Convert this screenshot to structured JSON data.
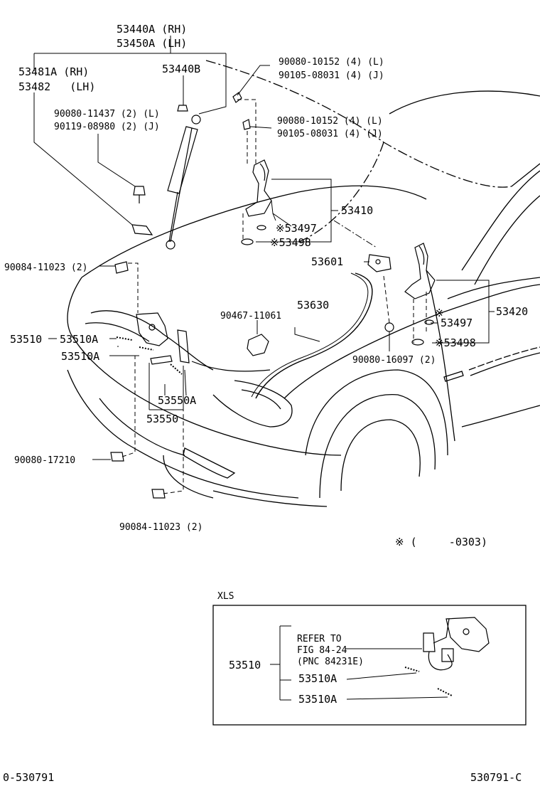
{
  "labels": {
    "p53440a": "53440A (RH)",
    "p53450a": "53450A (LH)",
    "p53481a": "53481A (RH)",
    "p53482": "53482   (LH)",
    "p53440b": "53440B",
    "b1": "90080-10152 (4) (L)",
    "b2": "90105-08031 (4) (J)",
    "b3": "90080-10152 (4) (L)",
    "b4": "90105-08031 (4) (J)",
    "b5": "90080-11437 (2) (L)",
    "b6": "90119-08980 (2) (J)",
    "p53410": "53410",
    "p53497a": "※53497",
    "p53498a": "※53498",
    "p53601": "53601",
    "p90084a": "90084-11023 (2)",
    "p90467": "90467-11061",
    "p53630": "53630",
    "p53420": "53420",
    "mark_r": "※",
    "p53497b": "53497",
    "p53498b": "※53498",
    "p53510": "53510",
    "p53510a1": "53510A",
    "p53510a2": "53510A",
    "p90080_16097": "90080-16097 (2)",
    "p53550a": "53550A",
    "p53550": "53550",
    "p90080_17210": "90080-17210",
    "p90084b": "90084-11023 (2)",
    "note": "※ (     -0303)"
  },
  "inset": {
    "title": "XLS",
    "part": "53510",
    "refer1": "REFER TO",
    "refer2": "FIG 84-24",
    "refer3": "(PNC 84231E)",
    "sub1": "53510A",
    "sub2": "53510A"
  },
  "footer": {
    "left": "0-530791",
    "right": "530791-C"
  }
}
